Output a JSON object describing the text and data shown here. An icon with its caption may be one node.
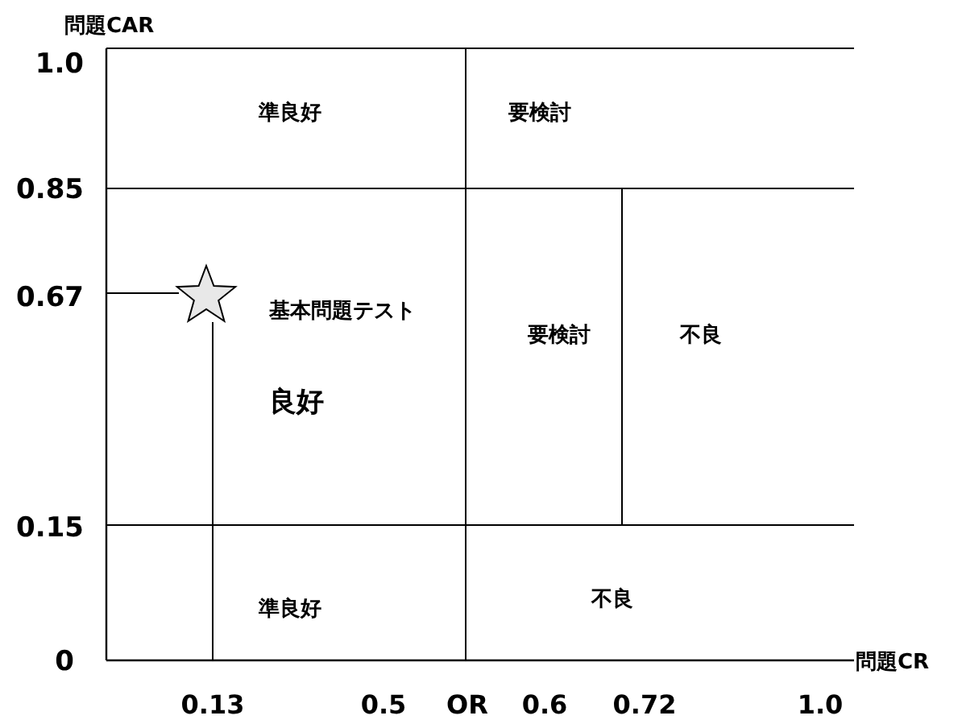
{
  "diagram": {
    "nodes": [
      {
        "text": [
          "準良好"
        ]
      },
      {
        "text": [
          "要検討"
        ]
      },
      {
        "text": [
          "基本問題テスト",
          "良好"
        ]
      },
      {
        "text": [
          "要検討"
        ]
      },
      {
        "text": [
          "不良"
        ]
      },
      {
        "text": [
          "準良好"
        ]
      },
      {
        "text": [
          "不良"
        ]
      }
    ],
    "labels": [
      "問題CAR",
      "1.0",
      "0.85",
      "0.67",
      "0.15",
      "0",
      "問題CR",
      "0.13",
      "0.5",
      "OR",
      "0.6",
      "0.72",
      "1.0"
    ]
  }
}
